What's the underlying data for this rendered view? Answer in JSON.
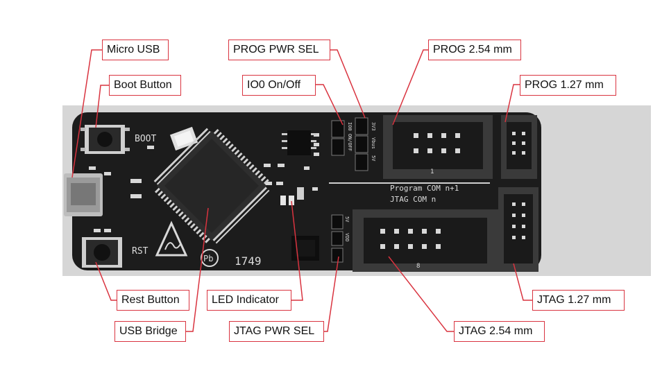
{
  "diagram": {
    "board_silkscreen": {
      "boot": "BOOT",
      "rst": "RST",
      "date_code": "1749",
      "program_row": "Program  COM n+1",
      "jtag_row": "JTAG    COM n",
      "pin_1": "1",
      "pin_8": "8",
      "jumper_io0": "IO0 ON/OFF",
      "jumper_3v3": "3V3",
      "jumper_5v": "5V",
      "jumper_vbus": "Vbus",
      "jumper_5v_b": "5V",
      "jumper_vdd": "VDD"
    },
    "callouts": {
      "micro_usb": "Micro USB",
      "boot_button": "Boot Button",
      "prog_pwr_sel": "PROG PWR SEL",
      "io0_on_off": "IO0 On/Off",
      "prog_254": "PROG 2.54 mm",
      "prog_127": "PROG 1.27 mm",
      "rest_button": "Rest Button",
      "usb_bridge": "USB Bridge",
      "led_indicator": "LED Indicator",
      "jtag_pwr_sel": "JTAG PWR SEL",
      "jtag_127": "JTAG  1.27 mm",
      "jtag_254": "JTAG 2.54 mm"
    },
    "colors": {
      "callout_border": "#d9333f",
      "leader_line": "#d9333f",
      "board": "#1c1c1c",
      "silkscreen": "#dcdcdc"
    }
  }
}
